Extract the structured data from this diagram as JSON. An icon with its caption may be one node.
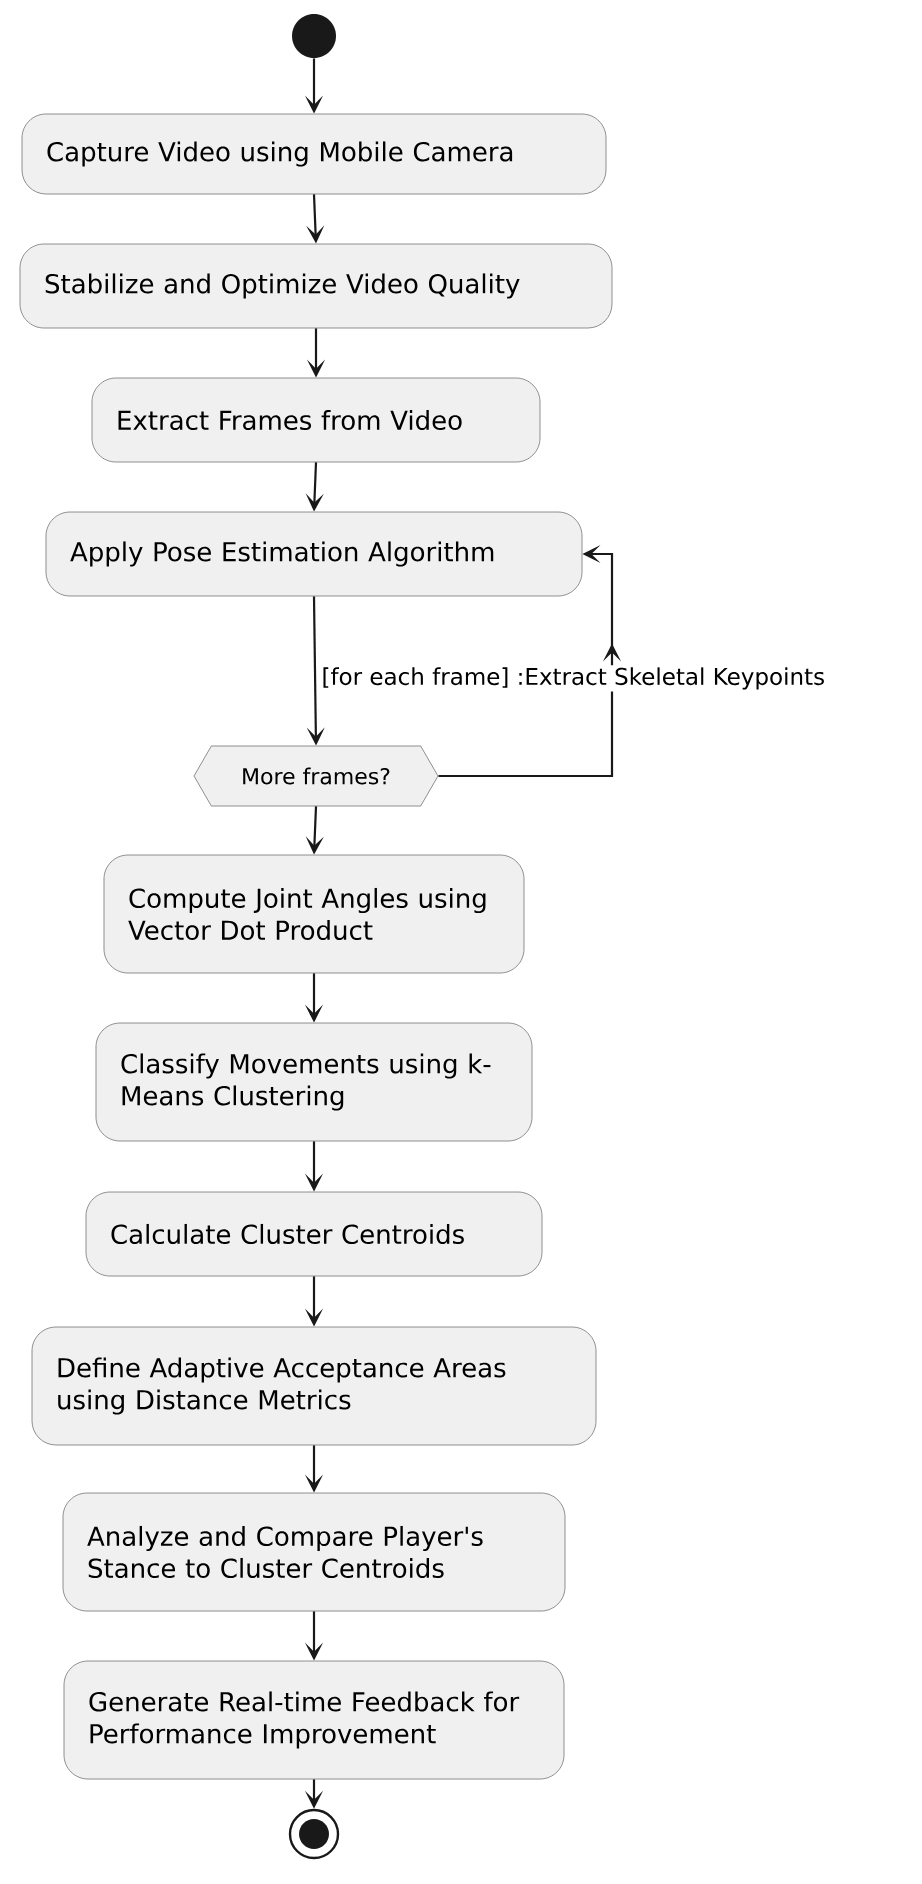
{
  "diagram": {
    "nodes": [
      {
        "text": [],
        "shape": "circle"
      },
      {
        "text": [
          "Capture Video using Mobile Camera"
        ]
      },
      {
        "text": [
          "Stabilize and Optimize Video Quality"
        ]
      },
      {
        "text": [
          "Extract Frames from Video"
        ]
      },
      {
        "text": [
          "Apply Pose Estimation Algorithm"
        ]
      },
      {
        "text": [
          "More frames?"
        ]
      },
      {
        "text": [
          "Compute Joint Angles using Vector Dot Product"
        ]
      },
      {
        "text": [
          "Classify Movements using k-Means Clustering"
        ]
      },
      {
        "text": [
          "Calculate Cluster Centroids"
        ]
      },
      {
        "text": [
          "Define Adaptive Acceptance Areas using Distance Metrics"
        ]
      },
      {
        "text": [
          "Analyze and Compare Player's Stance to Cluster Centroids"
        ]
      },
      {
        "text": [
          "Generate Real-time Feedback for Performance Improvement"
        ]
      },
      {
        "text": [],
        "shape": "circle"
      }
    ],
    "edges": [
      {
        "from": 0,
        "to": 1,
        "arrow": "to"
      },
      {
        "from": 1,
        "to": 2,
        "arrow": "to"
      },
      {
        "from": 2,
        "to": 3,
        "arrow": "to"
      },
      {
        "from": 3,
        "to": 4,
        "arrow": "to"
      },
      {
        "from": 4,
        "to": 5,
        "arrow": "to",
        "label": "[for each frame] :Extract Skeletal Keypoints"
      },
      {
        "from": 5,
        "to": 4,
        "arrow": "to"
      },
      {
        "from": 5,
        "to": 6,
        "arrow": "to"
      },
      {
        "from": 6,
        "to": 7,
        "arrow": "to"
      },
      {
        "from": 7,
        "to": 8,
        "arrow": "to"
      },
      {
        "from": 8,
        "to": 9,
        "arrow": "to"
      },
      {
        "from": 9,
        "to": 10,
        "arrow": "to"
      },
      {
        "from": 10,
        "to": 11,
        "arrow": "to"
      },
      {
        "from": 11,
        "to": 12,
        "arrow": "to"
      }
    ]
  }
}
